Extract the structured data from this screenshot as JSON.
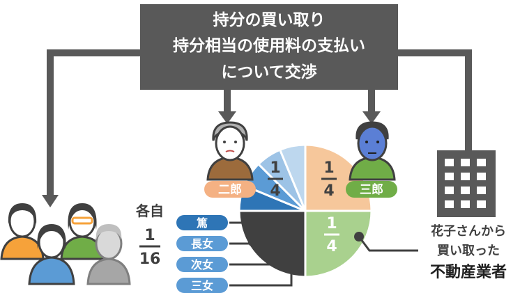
{
  "title_box": {
    "line1": "持分の買い取り",
    "line2": "持分相当の使用料の支払い",
    "line3": "について交渉"
  },
  "pie": {
    "slices": [
      {
        "name": "二郎",
        "fraction": "1/4",
        "value": 0.25,
        "color": "#f6c79b"
      },
      {
        "name": "三郎",
        "fraction": "1/4",
        "value": 0.25,
        "color": "#a9d18e"
      },
      {
        "name": "不動産業者",
        "fraction": "1/4",
        "value": 0.25,
        "color": "#404040"
      },
      {
        "name": "篤",
        "fraction": "1/16",
        "value": 0.0625,
        "color": "#2e75b6"
      },
      {
        "name": "長女",
        "fraction": "1/16",
        "value": 0.0625,
        "color": "#5b9bd5"
      },
      {
        "name": "次女",
        "fraction": "1/16",
        "value": 0.0625,
        "color": "#9dc3e6"
      },
      {
        "name": "三女",
        "fraction": "1/16",
        "value": 0.0625,
        "color": "#bdd7ee"
      }
    ],
    "label_jiro_num": "1",
    "label_jiro_den": "4",
    "label_saburo_num": "1",
    "label_saburo_den": "4",
    "label_dealer_num": "1",
    "label_dealer_den": "4"
  },
  "people": {
    "jiro_tag": "二郎",
    "saburo_tag": "三郎"
  },
  "family_labels": [
    "篤",
    "長女",
    "次女",
    "三女"
  ],
  "each_share": {
    "label": "各自",
    "num": "1",
    "den": "16"
  },
  "dealer": {
    "line1": "花子さんから",
    "line2": "買い取った",
    "line3": "不動産業者"
  },
  "colors": {
    "dark": "#595959",
    "orange": "#f6c79b",
    "orange_tag": "#f4b183",
    "green": "#a9d18e",
    "green_tag": "#70ad47",
    "blue_dark": "#2e75b6",
    "blue_mid": "#5b9bd5",
    "blue_light": "#9dc3e6"
  }
}
